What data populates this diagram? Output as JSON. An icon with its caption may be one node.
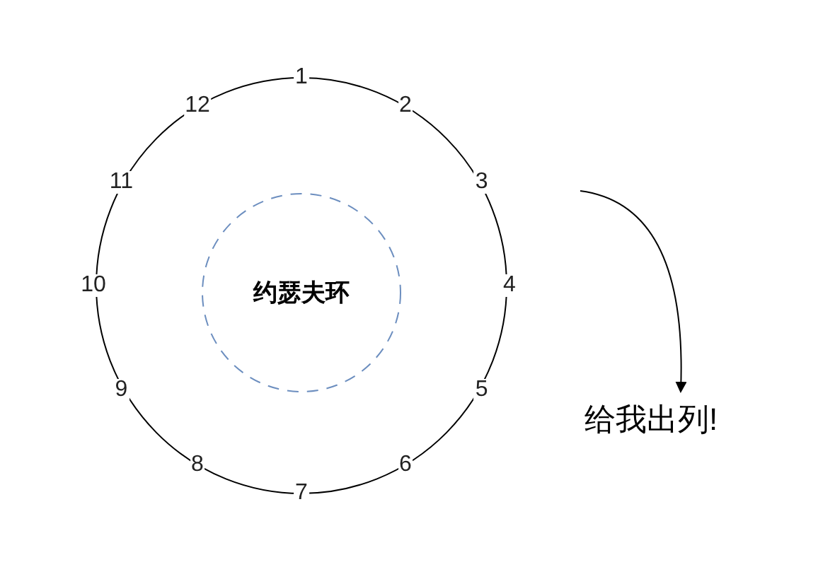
{
  "diagram": {
    "nodes": [
      {
        "text": [],
        "shape": "circle"
      },
      {
        "text": [
          "约瑟夫环"
        ],
        "in": 0
      },
      {
        "text": [
          "给我出列!"
        ]
      }
    ],
    "edges": [
      {
        "from": null,
        "to": 2,
        "arrow": "to"
      }
    ],
    "labels": [
      "1",
      "2",
      "3",
      "4",
      "5",
      "6",
      "7",
      "8",
      "9",
      "10",
      "11",
      "12"
    ]
  }
}
